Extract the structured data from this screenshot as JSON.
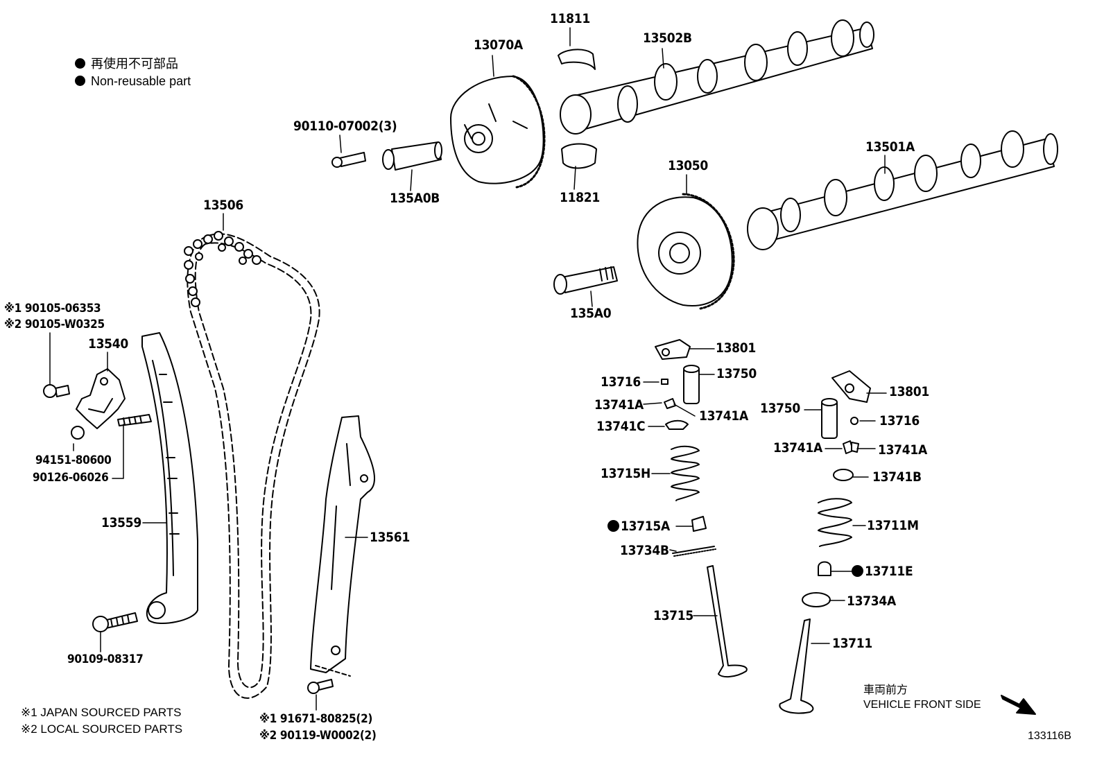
{
  "legend": {
    "line_jp": "再使用不可部品",
    "line_en": "Non-reusable part"
  },
  "footnotes": {
    "note1": "※1 JAPAN SOURCED PARTS",
    "note2": "※2 LOCAL SOURCED PARTS"
  },
  "direction": {
    "jp": "車両前方",
    "en": "VEHICLE FRONT SIDE"
  },
  "figure_code": "133116B",
  "parts": {
    "p11811": "11811",
    "p13070A": "13070A",
    "p13502B": "13502B",
    "p90110": "90110-07002(3)",
    "p135A0B": "135A0B",
    "p11821": "11821",
    "p13050": "13050",
    "p13501A": "13501A",
    "p13506": "13506",
    "p135A0": "135A0",
    "p90105a": "※1 90105-06353",
    "p90105b": "※2 90105-W0325",
    "p13540": "13540",
    "p94151": "94151-80600",
    "p90126": "90126-06026",
    "p13559": "13559",
    "p13561": "13561",
    "p90109": "90109-08317",
    "p91671": "※1 91671-80825(2)",
    "p90119": "※2 90119-W0002(2)",
    "p13801a": "13801",
    "p13716a": "13716",
    "p13750a": "13750",
    "p13741Aa": "13741A",
    "p13741Ab": "13741A",
    "p13741C": "13741C",
    "p13715H": "13715H",
    "p13715A": "13715A",
    "p13734B": "13734B",
    "p13715": "13715",
    "p13801b": "13801",
    "p13750b": "13750",
    "p13716b": "13716",
    "p13741Ac": "13741A",
    "p13741Ad": "13741A",
    "p13741B": "13741B",
    "p13711M": "13711M",
    "p13711E": "13711E",
    "p13734A": "13734A",
    "p13711": "13711"
  }
}
